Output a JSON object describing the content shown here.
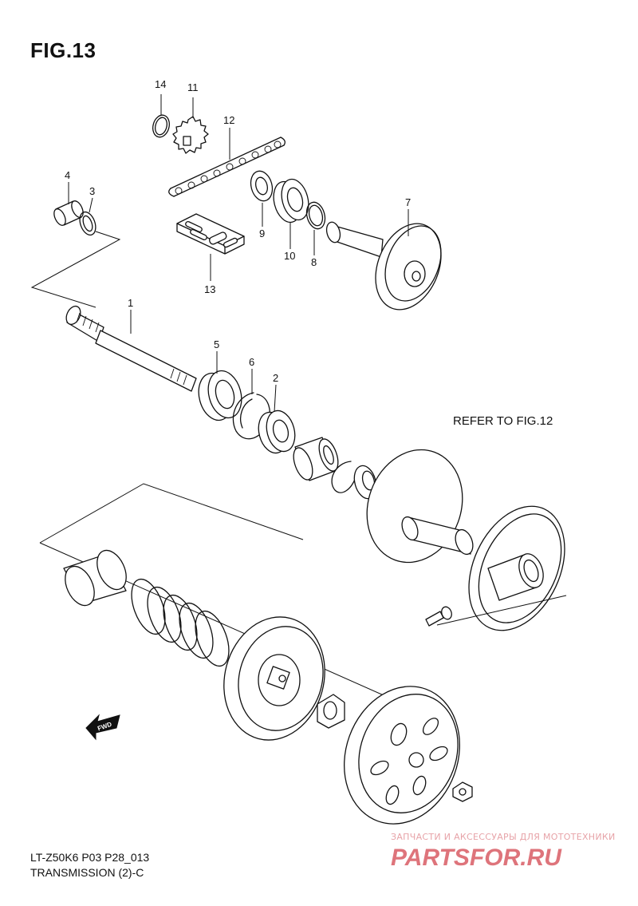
{
  "figure": {
    "title": "FIG.13",
    "refer_note": "REFER TO FIG.12",
    "model_code": "LT-Z50K6 P03 P28_013",
    "section_name": "TRANSMISSION (2)-C",
    "fwd_label": "FWD"
  },
  "callouts": [
    {
      "id": "c14",
      "label": "14"
    },
    {
      "id": "c11",
      "label": "11"
    },
    {
      "id": "c12",
      "label": "12"
    },
    {
      "id": "c4",
      "label": "4"
    },
    {
      "id": "c3",
      "label": "3"
    },
    {
      "id": "c9",
      "label": "9"
    },
    {
      "id": "c10",
      "label": "10"
    },
    {
      "id": "c8",
      "label": "8"
    },
    {
      "id": "c7",
      "label": "7"
    },
    {
      "id": "c13",
      "label": "13"
    },
    {
      "id": "c1",
      "label": "1"
    },
    {
      "id": "c5",
      "label": "5"
    },
    {
      "id": "c6",
      "label": "6"
    },
    {
      "id": "c2",
      "label": "2"
    }
  ],
  "watermark": {
    "tagline": "ЗАПЧАСТИ И АКСЕССУАРЫ ДЛЯ МОТОТЕХНИКИ",
    "brand": "PARTSFOR.RU",
    "color": "#d4464f"
  }
}
